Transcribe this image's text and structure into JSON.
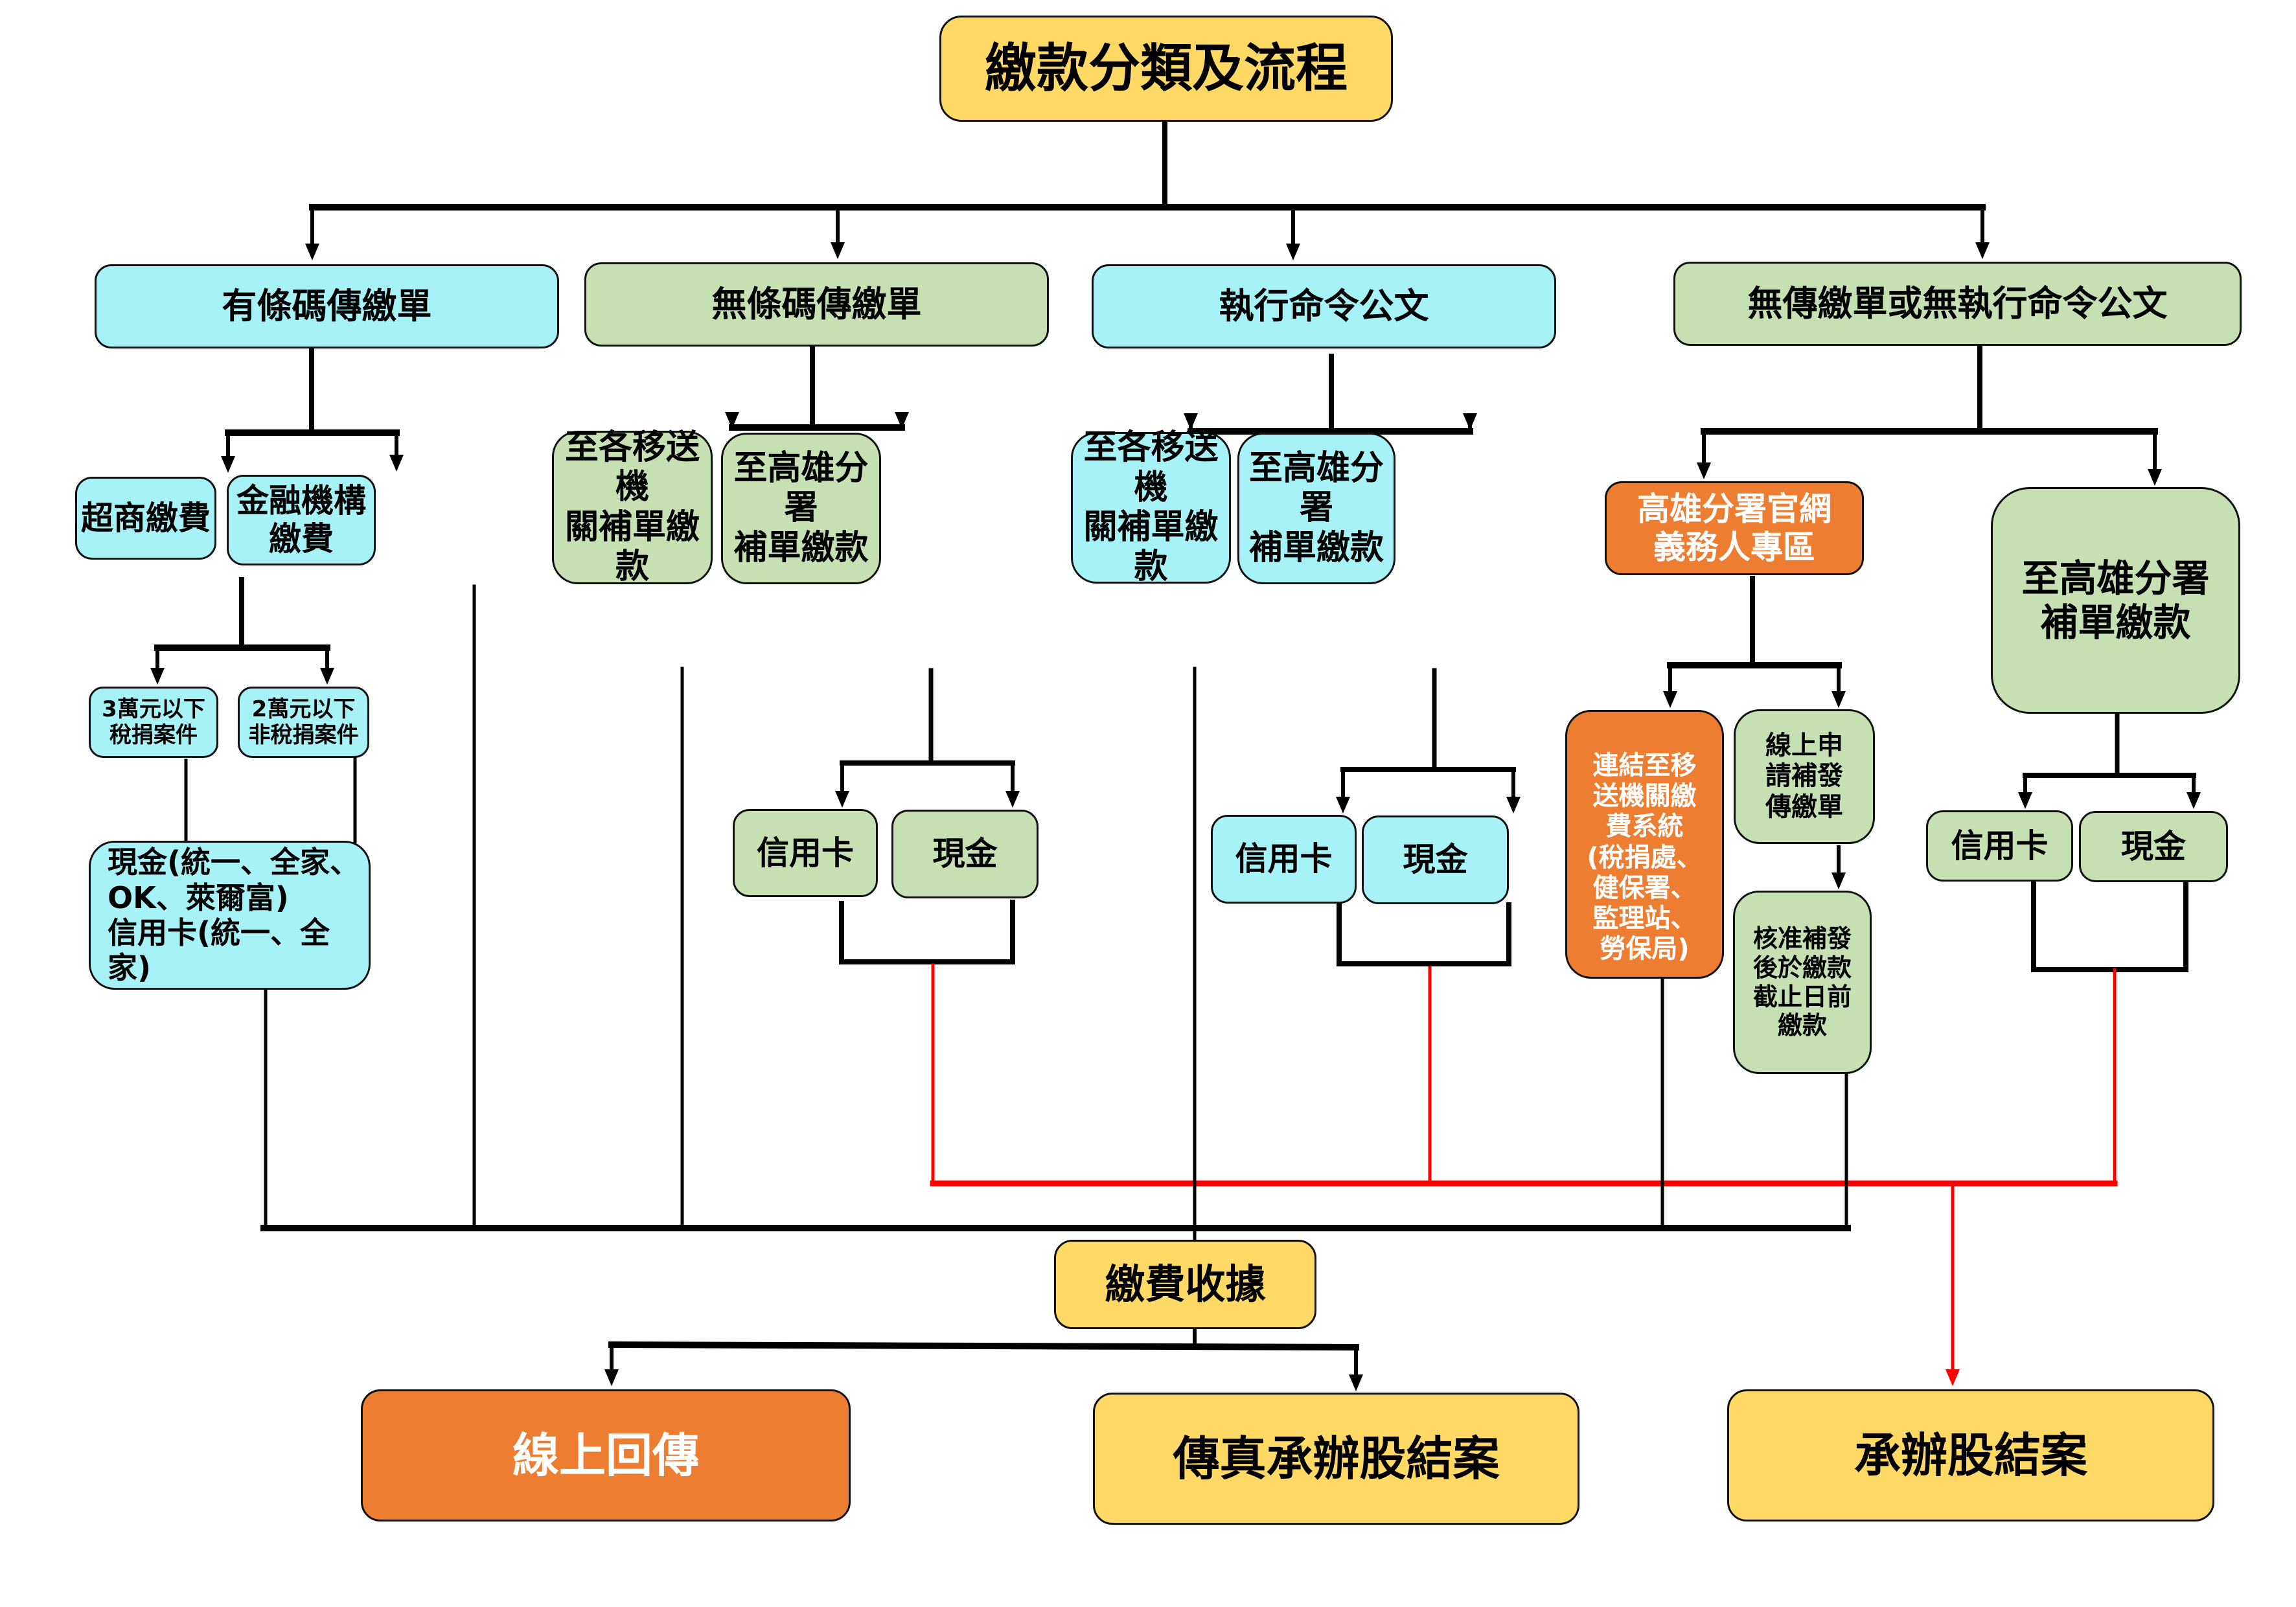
{
  "title": "繳款分類及流程",
  "colors": {
    "yellow": "#FFD966",
    "cyan": "#A6F2F6",
    "green": "#C6E0B4",
    "orange": "#ED7D31",
    "connector": "#000000",
    "red_connector": "#FF0000"
  },
  "categories": [
    {
      "label": "有條碼傳繳單",
      "color": "cyan",
      "children": [
        {
          "label": "超商繳費",
          "children": [
            {
              "label": "3萬元以下\n稅捐案件"
            },
            {
              "label": "2萬元以下\n非稅捐案件"
            }
          ],
          "result": "現金(統一、全家、\nOK、萊爾富)\n信用卡(統一、全家)"
        },
        {
          "label": "金融機構\n繳費"
        }
      ]
    },
    {
      "label": "無條碼傳繳單",
      "color": "green",
      "children": [
        {
          "label": "至各移送機\n關補單繳款"
        },
        {
          "label": "至高雄分署\n補單繳款",
          "methods": [
            "信用卡",
            "現金"
          ]
        }
      ]
    },
    {
      "label": "執行命令公文",
      "color": "cyan",
      "children": [
        {
          "label": "至各移送機\n關補單繳款"
        },
        {
          "label": "至高雄分署\n補單繳款",
          "methods": [
            "信用卡",
            "現金"
          ]
        }
      ]
    },
    {
      "label": "無傳繳單或無執行命令公文",
      "color": "green",
      "children": [
        {
          "label": "高雄分署官網\n義務人專區",
          "color": "orange",
          "children": [
            {
              "label": "連結至移\n送機關繳\n費系統\n(稅捐處、\n健保署、\n監理站、\n勞保局)",
              "color": "orange"
            },
            {
              "label": "線上申\n請補發\n傳繳單",
              "next": "核准補發\n後於繳款\n截止日前\n繳款"
            }
          ]
        },
        {
          "label": "至高雄分署\n補單繳款",
          "methods": [
            "信用卡",
            "現金"
          ]
        }
      ]
    }
  ],
  "receipt": "繳費收據",
  "outcomes": [
    {
      "label": "線上回傳",
      "color": "orange"
    },
    {
      "label": "傳真承辦股結案",
      "color": "yellow"
    },
    {
      "label": "承辦股結案",
      "color": "yellow"
    }
  ]
}
